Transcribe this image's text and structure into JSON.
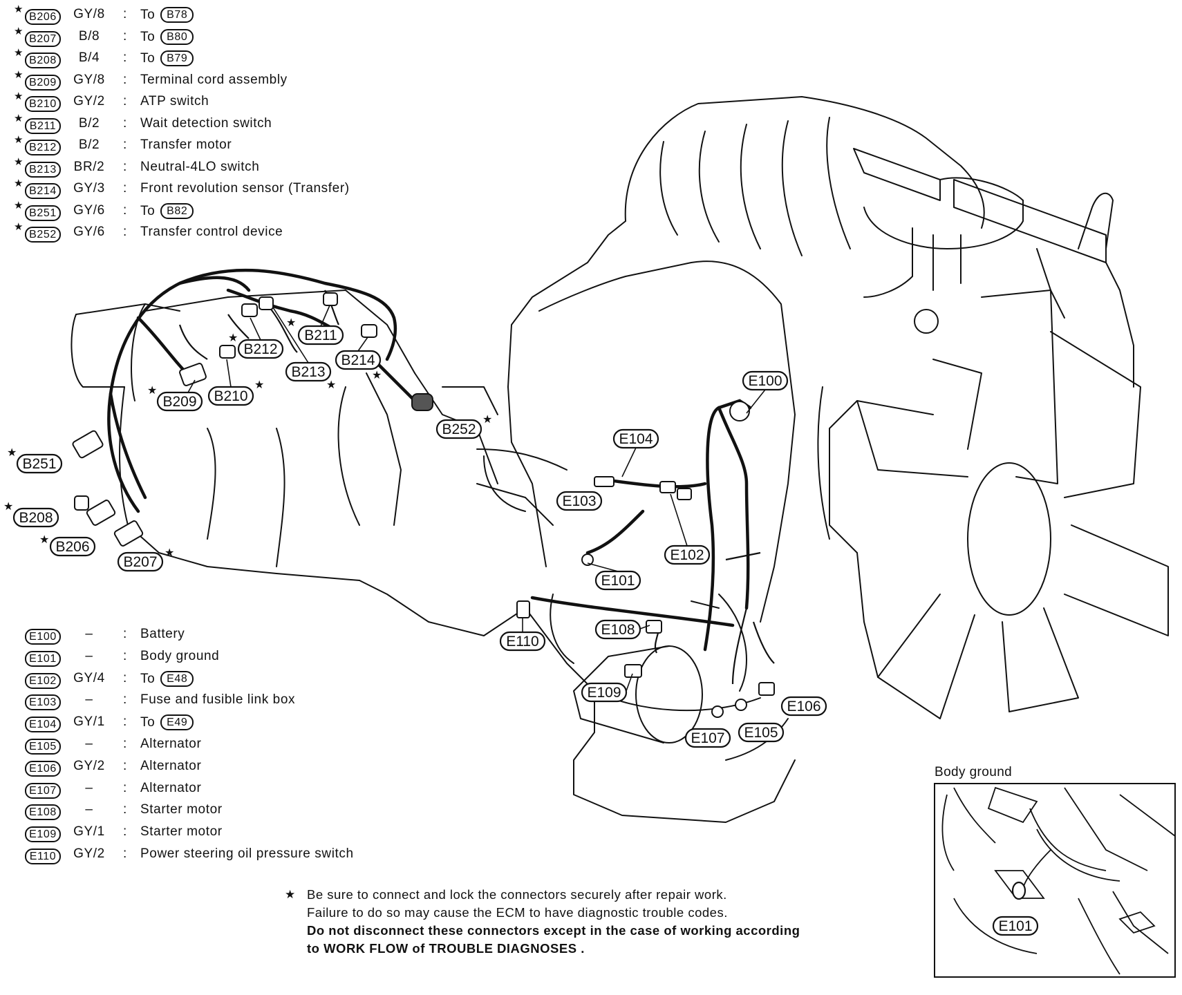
{
  "b_connectors": [
    {
      "id": "B206",
      "color": "GY/8",
      "desc": "To",
      "ref": "B78",
      "star": true
    },
    {
      "id": "B207",
      "color": "B/8",
      "desc": "To",
      "ref": "B80",
      "star": true
    },
    {
      "id": "B208",
      "color": "B/4",
      "desc": "To",
      "ref": "B79",
      "star": true
    },
    {
      "id": "B209",
      "color": "GY/8",
      "desc": "Terminal cord assembly",
      "ref": "",
      "star": true
    },
    {
      "id": "B210",
      "color": "GY/2",
      "desc": "ATP switch",
      "ref": "",
      "star": true
    },
    {
      "id": "B211",
      "color": "B/2",
      "desc": "Wait detection switch",
      "ref": "",
      "star": true
    },
    {
      "id": "B212",
      "color": "B/2",
      "desc": "Transfer motor",
      "ref": "",
      "star": true
    },
    {
      "id": "B213",
      "color": "BR/2",
      "desc": "Neutral-4LO switch",
      "ref": "",
      "star": true
    },
    {
      "id": "B214",
      "color": "GY/3",
      "desc": "Front revolution sensor (Transfer)",
      "ref": "",
      "star": true
    },
    {
      "id": "B251",
      "color": "GY/6",
      "desc": "To",
      "ref": "B82",
      "star": true
    },
    {
      "id": "B252",
      "color": "GY/6",
      "desc": "Transfer control device",
      "ref": "",
      "star": true
    }
  ],
  "e_connectors": [
    {
      "id": "E100",
      "color": "–",
      "desc": "Battery",
      "ref": ""
    },
    {
      "id": "E101",
      "color": "–",
      "desc": "Body ground",
      "ref": ""
    },
    {
      "id": "E102",
      "color": "GY/4",
      "desc": "To",
      "ref": "E48"
    },
    {
      "id": "E103",
      "color": "–",
      "desc": "Fuse and fusible link box",
      "ref": ""
    },
    {
      "id": "E104",
      "color": "GY/1",
      "desc": "To",
      "ref": "E49"
    },
    {
      "id": "E105",
      "color": "–",
      "desc": "Alternator",
      "ref": ""
    },
    {
      "id": "E106",
      "color": "GY/2",
      "desc": "Alternator",
      "ref": ""
    },
    {
      "id": "E107",
      "color": "–",
      "desc": "Alternator",
      "ref": ""
    },
    {
      "id": "E108",
      "color": "–",
      "desc": "Starter motor",
      "ref": ""
    },
    {
      "id": "E109",
      "color": "GY/1",
      "desc": "Starter motor",
      "ref": ""
    },
    {
      "id": "E110",
      "color": "GY/2",
      "desc": "Power steering oil pressure switch",
      "ref": ""
    }
  ],
  "separator": ":",
  "callouts": {
    "b251": "B251",
    "b208": "B208",
    "b206": "B206",
    "b207": "B207",
    "b209": "B209",
    "b210": "B210",
    "b212": "B212",
    "b213": "B213",
    "b211": "B211",
    "b214": "B214",
    "b252": "B252",
    "e100": "E100",
    "e104": "E104",
    "e103": "E103",
    "e102": "E102",
    "e101": "E101",
    "e110": "E110",
    "e108": "E108",
    "e109": "E109",
    "e107": "E107",
    "e105": "E105",
    "e106": "E106",
    "e101_inset": "E101"
  },
  "note": {
    "star": "★",
    "line1": "Be sure to connect and lock the connectors securely after repair work.",
    "line2": "Failure to do so may cause the ECM to have diagnostic trouble codes.",
    "line3": "Do not disconnect these connectors except in the case of working according",
    "line4": "to WORK FLOW of TROUBLE DIAGNOSES ."
  },
  "inset": {
    "title": "Body ground"
  }
}
